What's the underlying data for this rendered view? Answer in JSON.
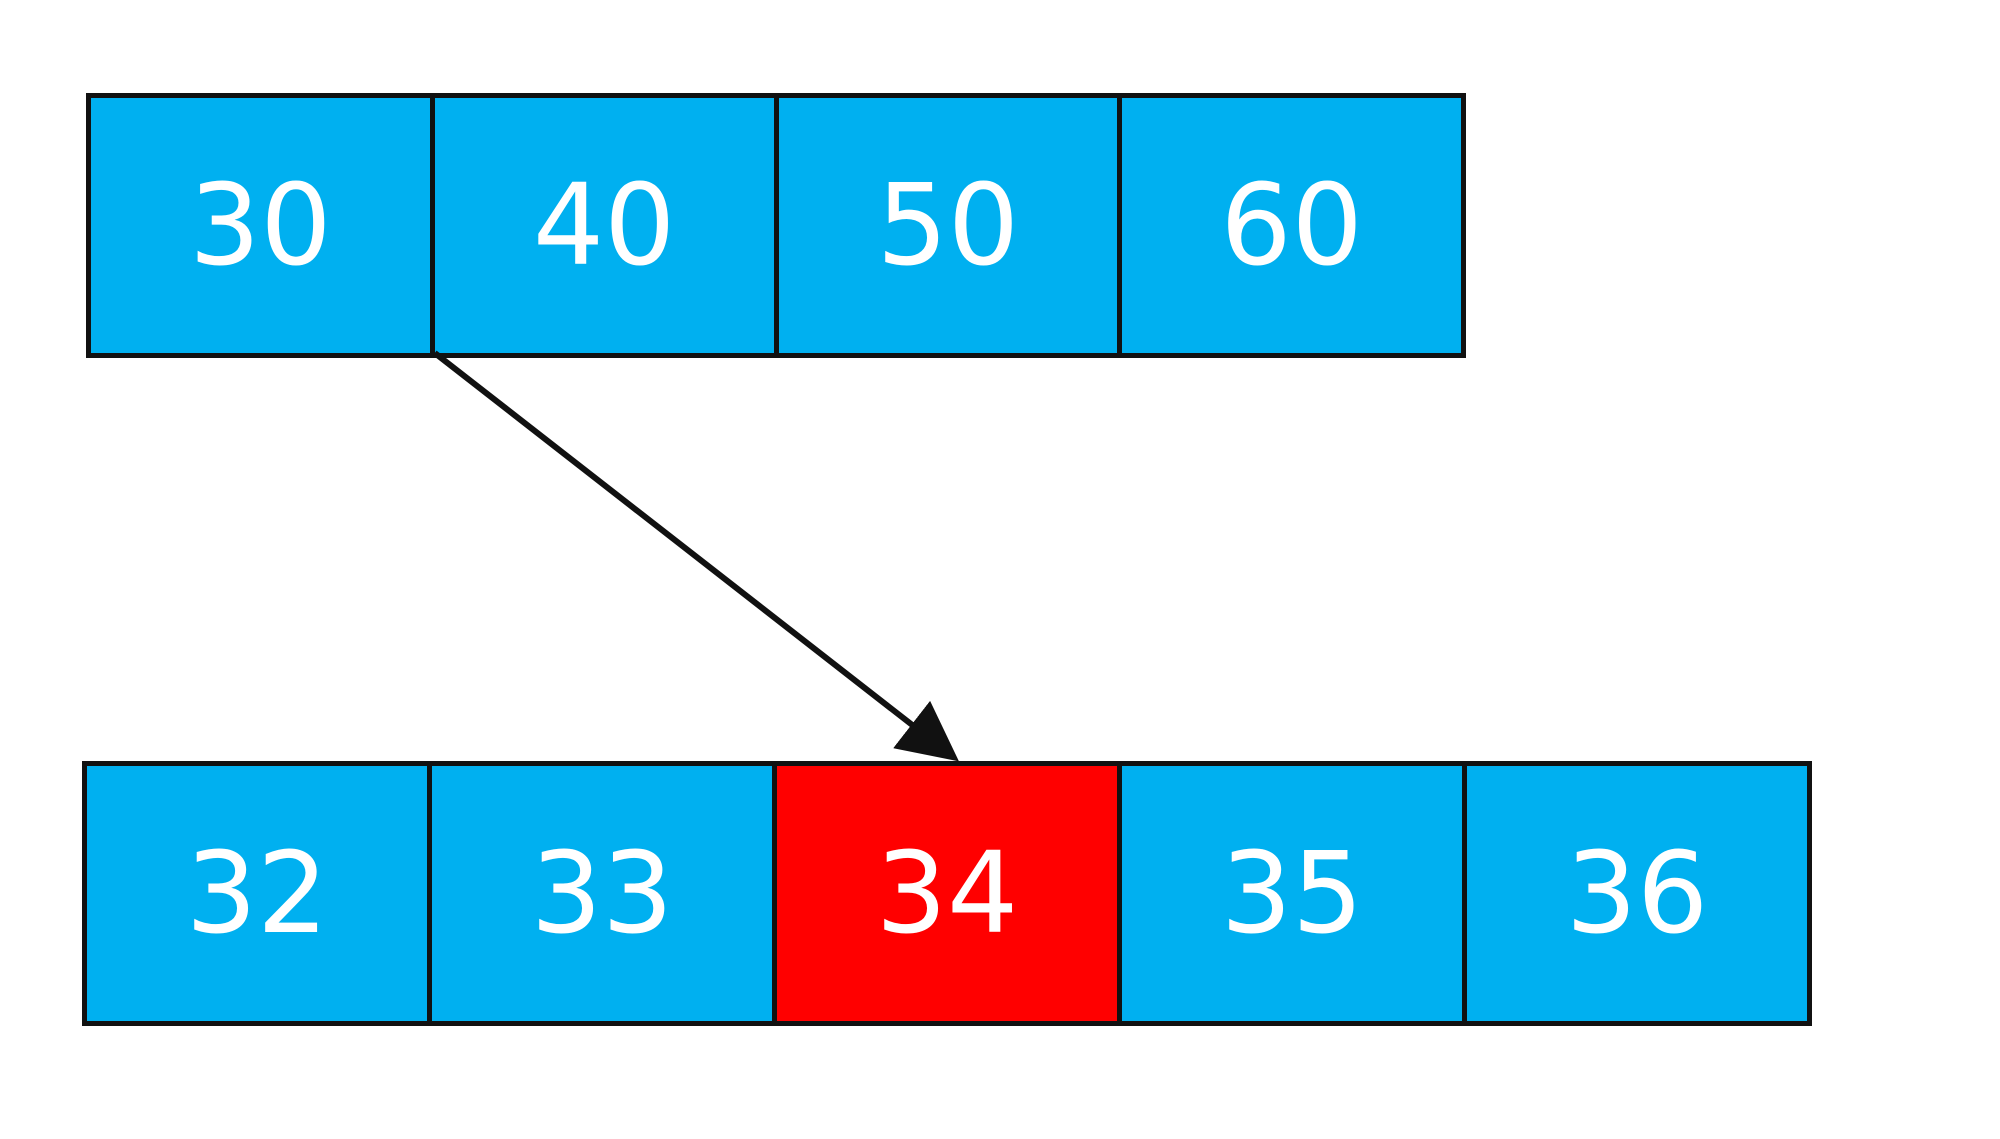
{
  "colors": {
    "cell_fill": "#00b0f0",
    "highlight_fill": "#ff0000",
    "text": "#ffffff",
    "border": "#111111",
    "arrow": "#111111"
  },
  "top_row": {
    "cells": [
      "30",
      "40",
      "50",
      "60"
    ]
  },
  "bottom_row": {
    "cells": [
      "32",
      "33",
      "34",
      "35",
      "36"
    ],
    "highlight_index": 2
  },
  "arrow": {
    "from_row": "top",
    "from_boundary_after_cell": 0,
    "to_row": "bottom",
    "to_cell": 2
  }
}
